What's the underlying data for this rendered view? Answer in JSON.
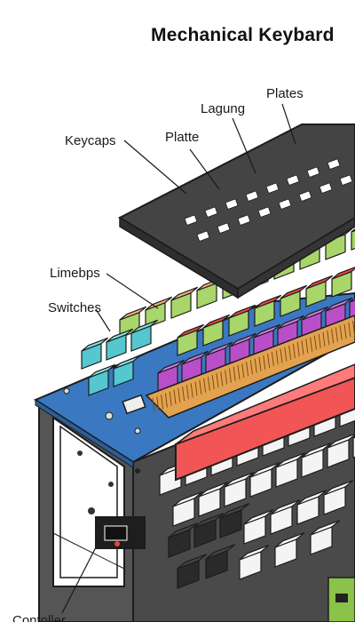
{
  "title": "Mechanical Keybard",
  "labels": {
    "keycaps": "Keycaps",
    "platte": "Platte",
    "lagung": "Lagung",
    "plates": "Plates",
    "limebps": "Limebps",
    "switches": "Switches",
    "controller": "Contoller"
  },
  "colors": {
    "outline": "#1c1c1c",
    "plate_dark": "#3f3f3f",
    "case_dark": "#4a4a4a",
    "pcb_blue": "#3a78c2",
    "switch_orange": "#f2a35a",
    "switch_green": "#a8d66a",
    "switch_purple": "#b94fc8",
    "switch_red": "#e84646",
    "switch_teal": "#54c7cf",
    "keycap_white": "#f4f4f4",
    "keycap_black": "#2a2a2a",
    "spacebar_red": "#f25555",
    "controller_board": "#8ac24a"
  }
}
